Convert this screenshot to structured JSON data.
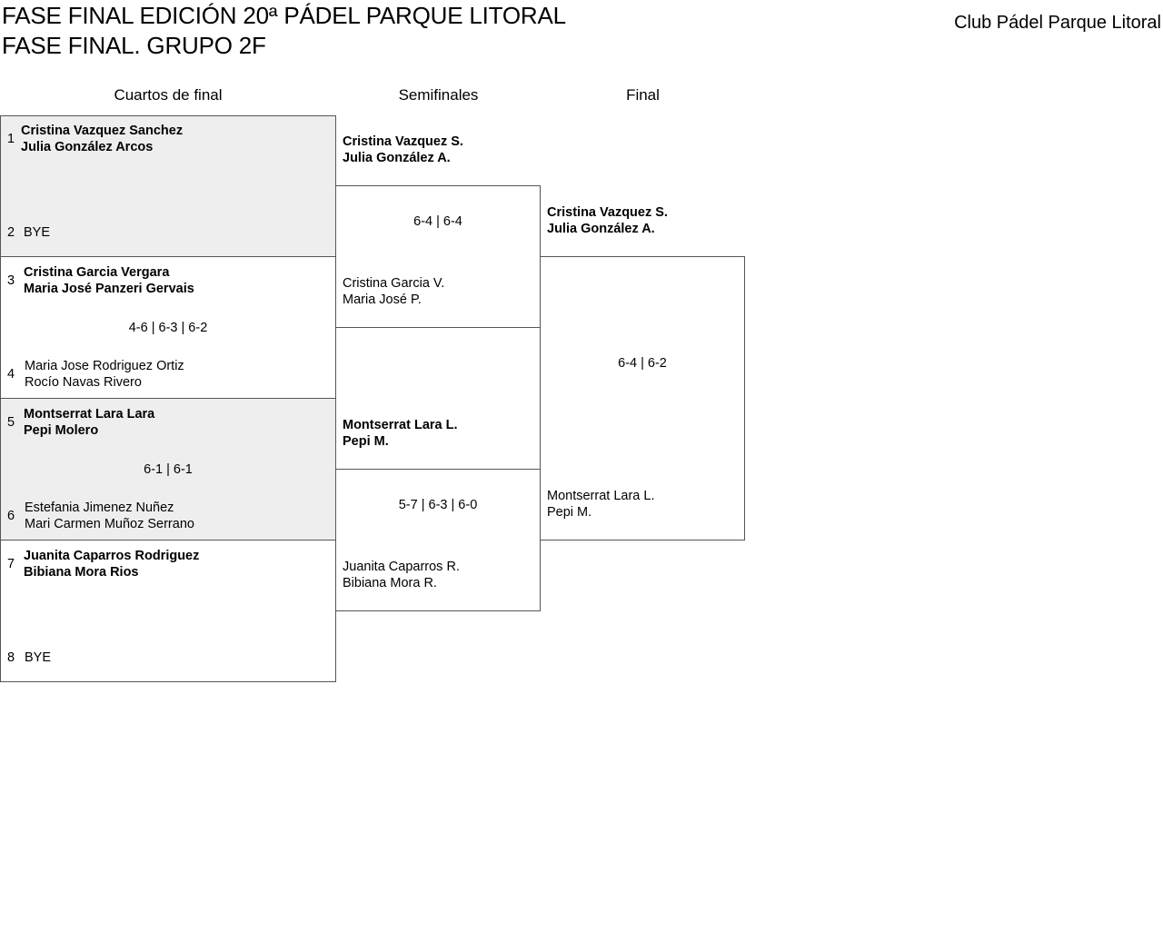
{
  "header": {
    "title_line1": "FASE FINAL EDICIÓN 20ª PÁDEL PARQUE LITORAL",
    "title_line2": "FASE FINAL. GRUPO 2F",
    "club": "Club Pádel Parque Litoral"
  },
  "rounds": {
    "quarterfinals": "Cuartos de final",
    "semifinals": "Semifinales",
    "final": "Final"
  },
  "quarterfinals": [
    {
      "seed_a": "1",
      "team_a": [
        "Cristina Vazquez Sanchez",
        "Julia González Arcos"
      ],
      "seed_b": "2",
      "team_b": [
        "BYE"
      ],
      "score": ""
    },
    {
      "seed_a": "3",
      "team_a": [
        "Cristina Garcia Vergara",
        "Maria José Panzeri Gervais"
      ],
      "seed_b": "4",
      "team_b": [
        "Maria Jose Rodriguez Ortiz",
        "Rocío Navas Rivero"
      ],
      "score": "4-6 | 6-3 | 6-2"
    },
    {
      "seed_a": "5",
      "team_a": [
        "Montserrat Lara Lara",
        "Pepi Molero"
      ],
      "seed_b": "6",
      "team_b": [
        "Estefania Jimenez Nuñez",
        "Mari Carmen Muñoz Serrano"
      ],
      "score": "6-1 | 6-1"
    },
    {
      "seed_a": "7",
      "team_a": [
        "Juanita Caparros Rodriguez",
        "Bibiana Mora Rios"
      ],
      "seed_b": "8",
      "team_b": [
        "BYE"
      ],
      "score": ""
    }
  ],
  "semifinals": [
    {
      "team_a": [
        "Cristina Vazquez S.",
        "Julia González A."
      ],
      "team_b": [
        "Cristina Garcia V.",
        "Maria José P."
      ],
      "score": "6-4 | 6-4"
    },
    {
      "team_a": [
        "Montserrat Lara L.",
        "Pepi M."
      ],
      "team_b": [
        "Juanita Caparros R.",
        "Bibiana Mora R."
      ],
      "score": "5-7 | 6-3 | 6-0"
    }
  ],
  "final": {
    "team_a": [
      "Cristina Vazquez S.",
      "Julia González A."
    ],
    "team_b": [
      "Montserrat Lara L.",
      "Pepi M."
    ],
    "score": "6-4 | 6-2"
  },
  "colors": {
    "shaded_box": "#eeeeee",
    "border": "#555555"
  }
}
